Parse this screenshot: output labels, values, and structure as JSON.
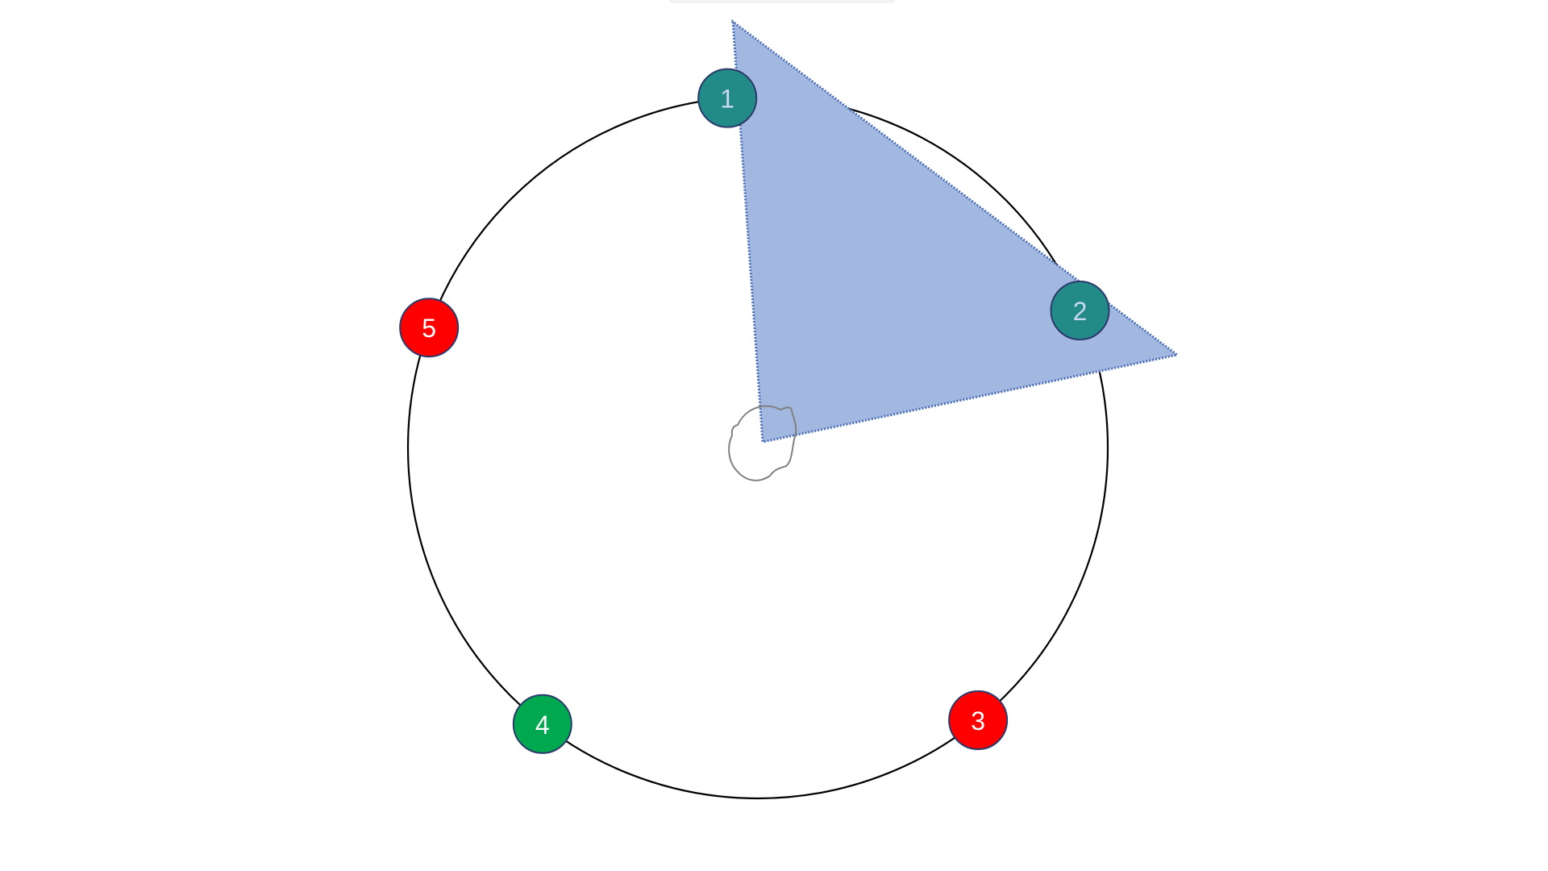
{
  "colors": {
    "background": "#ffffff",
    "circle_stroke": "#000000",
    "wedge_fill": "#a3b8e0",
    "wedge_stroke": "#4a6fb8",
    "teal": "#238b87",
    "red": "#ff0000",
    "green": "#00a84f",
    "node_stroke": "#2a3a6b",
    "teal_label": "#c8d8ee",
    "white_label": "#ffffff",
    "blob_stroke": "#808080"
  },
  "nodes": [
    {
      "label": "1",
      "color": "teal",
      "angle_deg": 95
    },
    {
      "label": "2",
      "color": "teal",
      "angle_deg": 23
    },
    {
      "label": "3",
      "color": "red",
      "angle_deg": 309
    },
    {
      "label": "4",
      "color": "green",
      "angle_deg": 232
    },
    {
      "label": "5",
      "color": "red",
      "angle_deg": 160
    }
  ]
}
